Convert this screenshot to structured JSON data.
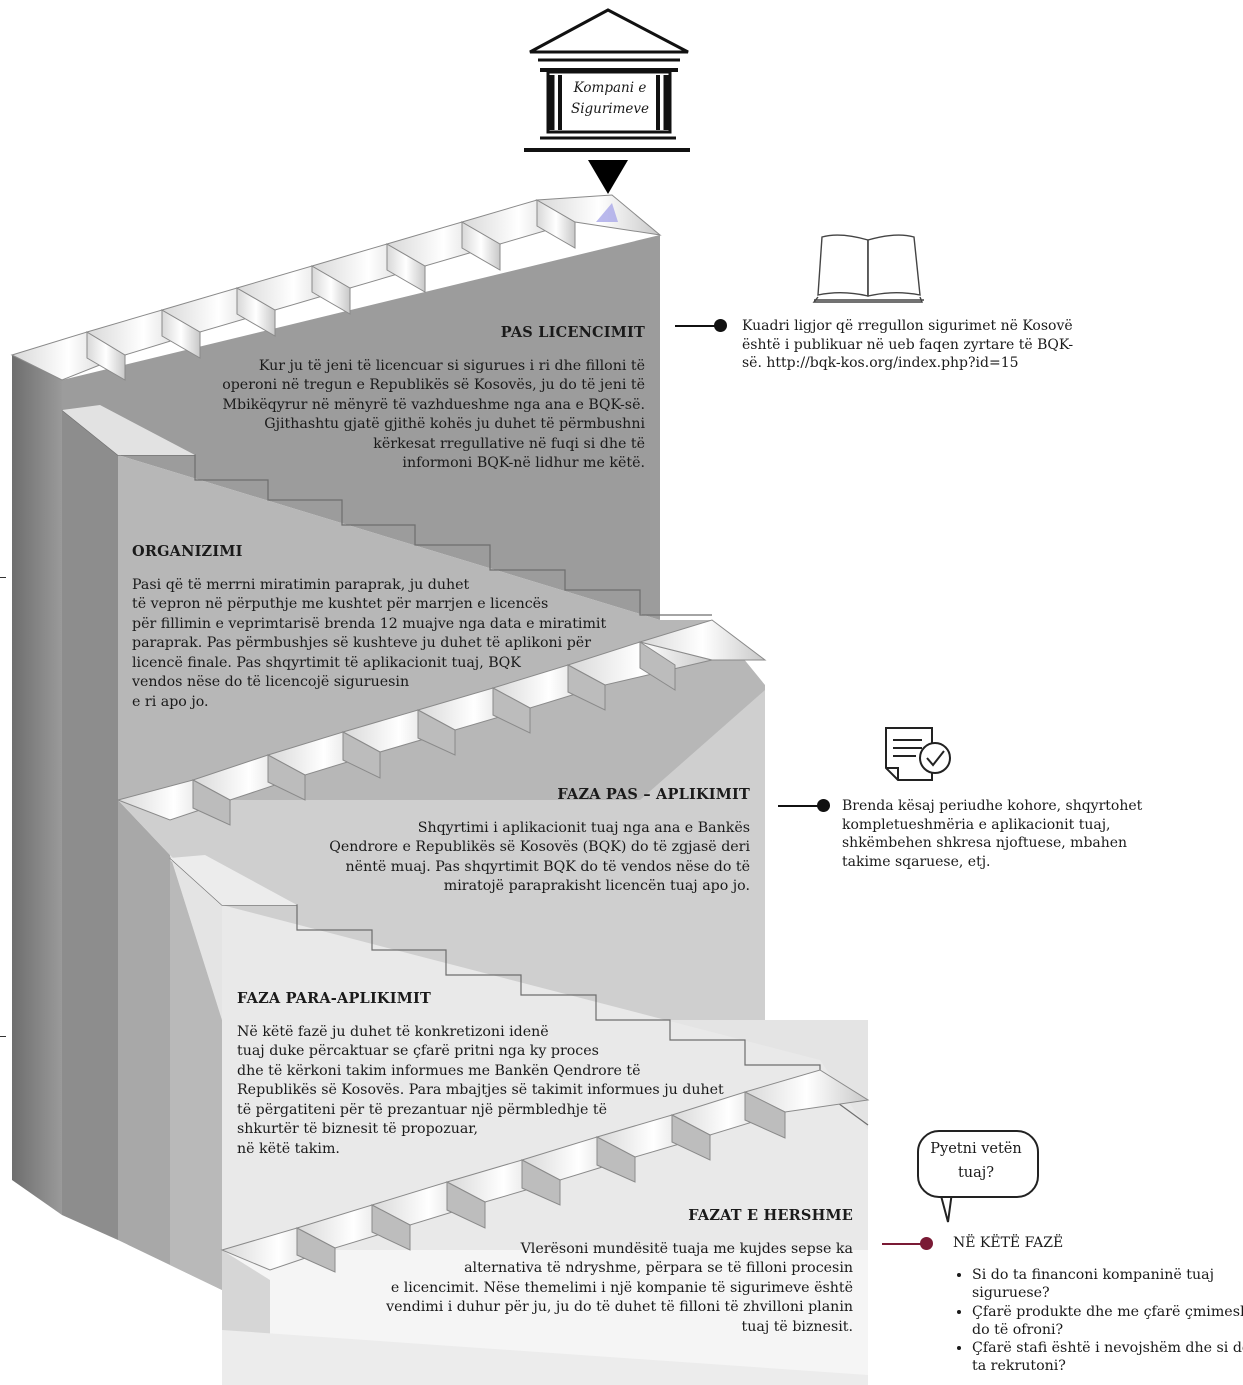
{
  "bank": {
    "label_line1": "Kompani e",
    "label_line2": "Sigurimeve"
  },
  "stages": [
    {
      "id": "pas-licencimit",
      "title": "PAS LICENCIMIT",
      "lines": [
        "Kur ju të jeni të licencuar si sigurues i ri dhe filloni të",
        "operoni në tregun e Republikës së Kosovës, ju do të jeni të",
        "Mbikëqyrur në mënyrë të vazhdueshme nga ana e BQK-së.",
        "Gjithashtu gjatë gjithë kohës ju duhet të përmbushni",
        "kërkesat rregullative në fuqi si dhe të",
        "informoni BQK-në lidhur me këtë."
      ]
    },
    {
      "id": "organizimi",
      "title": "ORGANIZIMI",
      "lines": [
        "Pasi që të merrni miratimin paraprak, ju duhet",
        "të vepron në përputhje me kushtet për marrjen e licencës",
        "për fillimin e veprimtarisë brenda 12 muajve nga data e miratimit",
        "paraprak. Pas përmbushjes së kushteve ju duhet të aplikoni për",
        "licencë finale. Pas shqyrtimit të aplikacionit tuaj, BQK",
        "vendos nëse do të licencojë siguruesin",
        "e ri apo jo."
      ]
    },
    {
      "id": "faza-pas-aplikimit",
      "title": "FAZA PAS – APLIKIMIT",
      "lines": [
        "Shqyrtimi i aplikacionit tuaj nga ana e Bankës",
        "Qendrore e Republikës së Kosovës (BQK) do të zgjasë deri",
        "nëntë muaj. Pas shqyrtimit BQK do të vendos nëse do të",
        "miratojë paraprakisht licencën tuaj apo jo."
      ]
    },
    {
      "id": "faza-para-aplikimit",
      "title": "FAZA PARA-APLIKIMIT",
      "lines": [
        "Në këtë fazë ju duhet të konkretizoni idenë",
        "tuaj duke përcaktuar se çfarë pritni nga ky proces",
        "dhe të kërkoni takim informues me Bankën Qendrore të",
        "Republikës së Kosovës. Para mbajtjes së takimit informues ju duhet",
        "të përgatiteni për të prezantuar një përmbledhje të",
        "shkurtër të biznesit të propozuar,",
        "në këtë takim."
      ]
    },
    {
      "id": "fazat-e-hershme",
      "title": "FAZAT E HERSHME",
      "lines": [
        "Vlerësoni mundësitë tuaja me kujdes sepse ka",
        "alternativa të ndryshme, përpara se të filloni procesin",
        "e licencimit. Nëse themelimi i një kompanie të sigurimeve është",
        "vendimi i duhur për ju, ju do të duhet të filloni të zhvilloni planin",
        "tuaj të biznesit."
      ]
    }
  ],
  "side_notes": {
    "legal_framework": [
      "Kuadri ligjor që rregullon sigurimet në Kosovë",
      "është i publikuar në ueb faqen zyrtare të BQK-",
      "së. http://bqk-kos.org/index.php?id=15"
    ],
    "review_period": [
      "Brenda kësaj periudhe kohore, shqyrtohet",
      "kompletueshmëria e aplikacionit tuaj,",
      "shkëmbehen shkresa njoftuese, mbahen",
      "takime sqaruese, etj."
    ]
  },
  "question_bubble": {
    "line1": "Pyetni vetën",
    "line2": "tuaj?"
  },
  "this_phase": {
    "heading": "NË KËTË FAZË",
    "questions": [
      "Si do ta financoni kompaninë tuaj siguruese?",
      "Çfarë produkte dhe me çfarë çmimesh do të ofroni?",
      "Çfarë stafi është i nevojshëm dhe si do ta rekrutoni?"
    ]
  },
  "colors": {
    "top_block": "#9c9c9c",
    "second_block": "#b7b7b7",
    "third_block": "#cfcfcf",
    "fourth_block": "#e6e6e6",
    "bottom_block": "#f4f4f4",
    "maroon_accent": "#7a1a35"
  },
  "icons": [
    "bank-building-icon",
    "arrow-down-icon",
    "open-book-icon",
    "document-check-icon",
    "speech-bubble-icon"
  ]
}
